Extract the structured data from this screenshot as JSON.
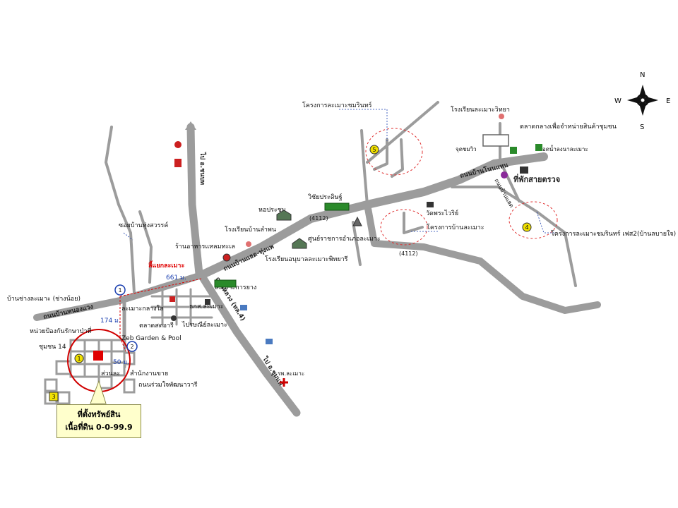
{
  "compass": {
    "n": "N",
    "s": "S",
    "e": "E",
    "w": "W"
  },
  "roads": {
    "north_road": "ไป อ.ชนบท",
    "south_road": "ไป อ.ชุมแพ",
    "main_road_a": "ถนนบ้านแฮด-ทุ่งแพ",
    "main_road_b": "ถนนหลวง (ทล.4)",
    "hwy_4112_a": "(4112)",
    "hwy_4112_b": "(4112)",
    "east_road": "ถนนบ้านโนนแหน",
    "left_road": "ถนนบ้านหนองแวง",
    "vertical_road": "ถนนบ้านแฮด",
    "side_road": "ถนนร่วมใจพัฒนาวารี"
  },
  "labels": {
    "project_1_top": "โครงการละเมาะชมรินทร์",
    "school_top_right": "โรงเรียนละเมาะวิทยา",
    "market": "ตลาดกลางเพื่อจำหน่ายสินค้าชุมชน",
    "station_ref": "จุดชมวิว",
    "pumping": "ลอดน้ำลงนาละเมาะ",
    "police": "ที่พักสายตรวจ",
    "wichai": "วิชัยประดิษฐ์",
    "temple": "วัดพระไวริย์",
    "project_mid": "โครงการบ้านละเมาะ",
    "project_right": "โครงการละเมาะชมรินทร์ เฟส2(บ้านลบายใจ)",
    "office": "ศูนย์ราชการอำเภอละเมาะ",
    "hall": "หอประชุม",
    "school_mid": "โรงเรียนบ้านลำพน",
    "school_mid2": "โรงเรียนอนุบาลละเมาะพิทยารี",
    "restaurant": "ร้านอาหารแหลมทะเล",
    "lamkornlamae": "ลี้แยกละเมาะ",
    "km_661": "661 ม.",
    "km_174": "174 ม.",
    "km_50": "50 ม.",
    "lamae_market_office": "ละเมาะการยาง",
    "lamae_garden": "ละเมาะกลางใส",
    "market_2": "ตลาดสดอารี",
    "post": "ไปรษณีย์ละเมาะ",
    "bank": "ธกส.ละเมาะ",
    "ban_chang": "บ้านช่างละเมาะ (ช่างน้อย)",
    "prevention": "หน่วยป้องกันรักษาป่าที่",
    "club": "ชุมชน 14",
    "garden_pool": "Zeb Garden & Pool",
    "lamae_office": "สำนักงานขาย",
    "lamae_office_prefix": "ส่วนละ",
    "hospital": "รพ.ละเมาะ",
    "village_road": "ซอยบ้านทุ่งสวรรค์"
  },
  "markers": [
    "1",
    "2",
    "3",
    "4",
    "5"
  ],
  "callout": {
    "line1": "ที่ตั้งทรัพย์สิน",
    "line2": "เนื้อที่ดิน 0-0-99.9"
  }
}
